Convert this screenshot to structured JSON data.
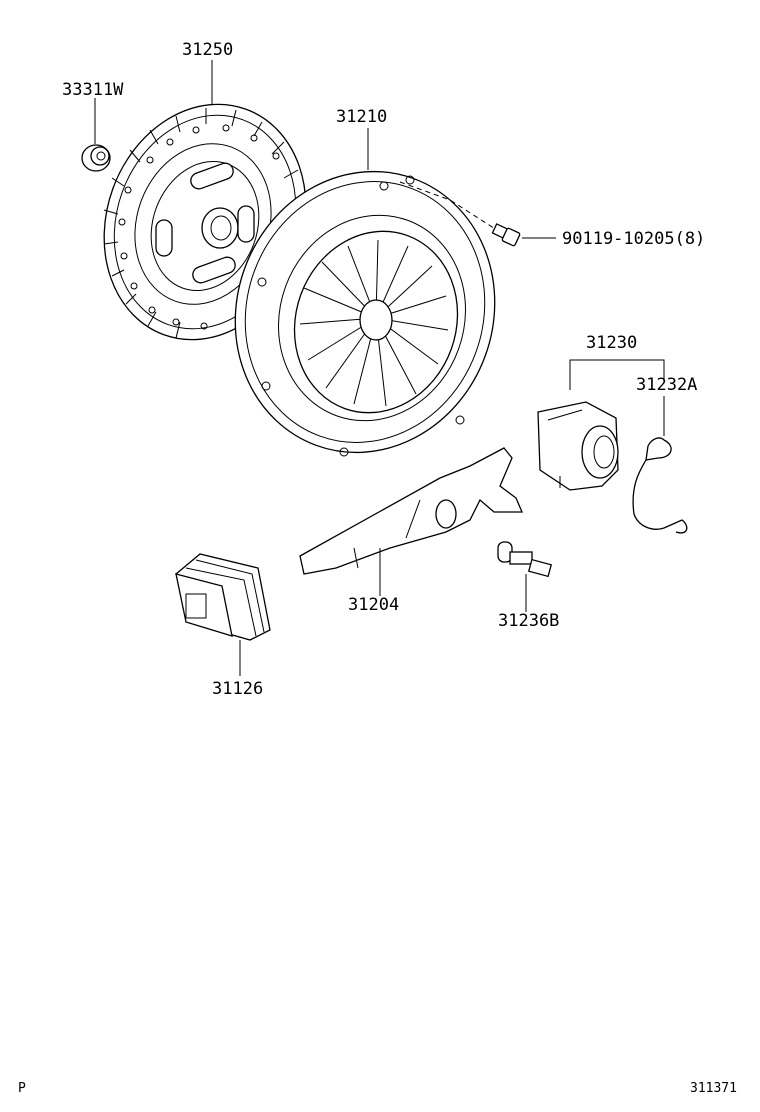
{
  "parts": {
    "p33311w": "33311W",
    "p31250": "31250",
    "p31210": "31210",
    "p90119": "90119-10205(8)",
    "p31230": "31230",
    "p31232a": "31232A",
    "p31204": "31204",
    "p31236b": "31236B",
    "p31126": "31126"
  },
  "footer": {
    "left_mark": "P",
    "diagram_code": "311371"
  },
  "colors": {
    "line": "#000000",
    "background": "#ffffff"
  }
}
